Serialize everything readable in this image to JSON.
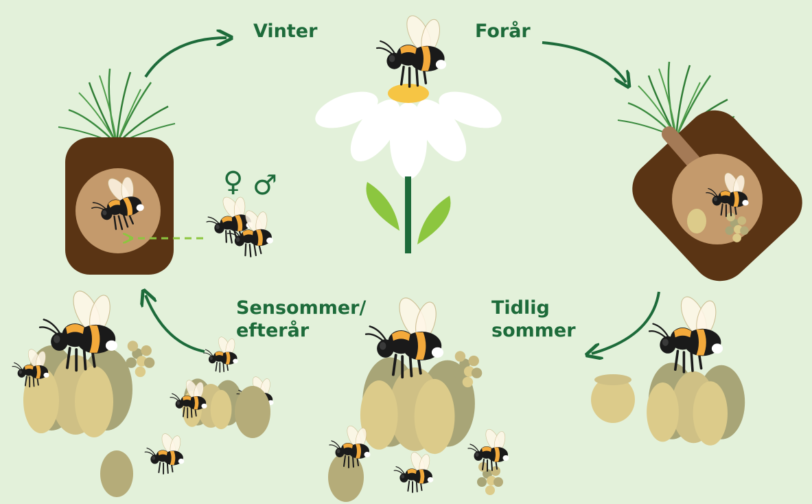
{
  "labels": {
    "winter": "Vinter",
    "spring": "Forår",
    "early_summer_line1": "Tidlig",
    "early_summer_line2": "sommer",
    "late_summer_line1": "Sensommer/",
    "late_summer_line2": "efterår"
  },
  "symbols": {
    "female": "♀",
    "male": "♂"
  },
  "colors": {
    "background": "#e3f1da",
    "label_green": "#1d6b3a",
    "arrow_green": "#1d6b3a",
    "dashed_arrow": "#8cc63f",
    "soil_brown": "#5a3414",
    "burrow_tan": "#c49a6c",
    "bee_black": "#1a1a1a",
    "bee_orange": "#f3a93b",
    "cell_dark": "#a8a577",
    "cell_light": "#dccb8a",
    "grass": "#3a8a3e",
    "leaf": "#8cc63f",
    "petal": "#ffffff",
    "flower_center": "#f6c544"
  },
  "icons": [
    "bee-icon",
    "flower-icon",
    "grass-icon",
    "nest-icon",
    "brood-cell-icon",
    "pollen-icon",
    "honey-pot-icon"
  ]
}
